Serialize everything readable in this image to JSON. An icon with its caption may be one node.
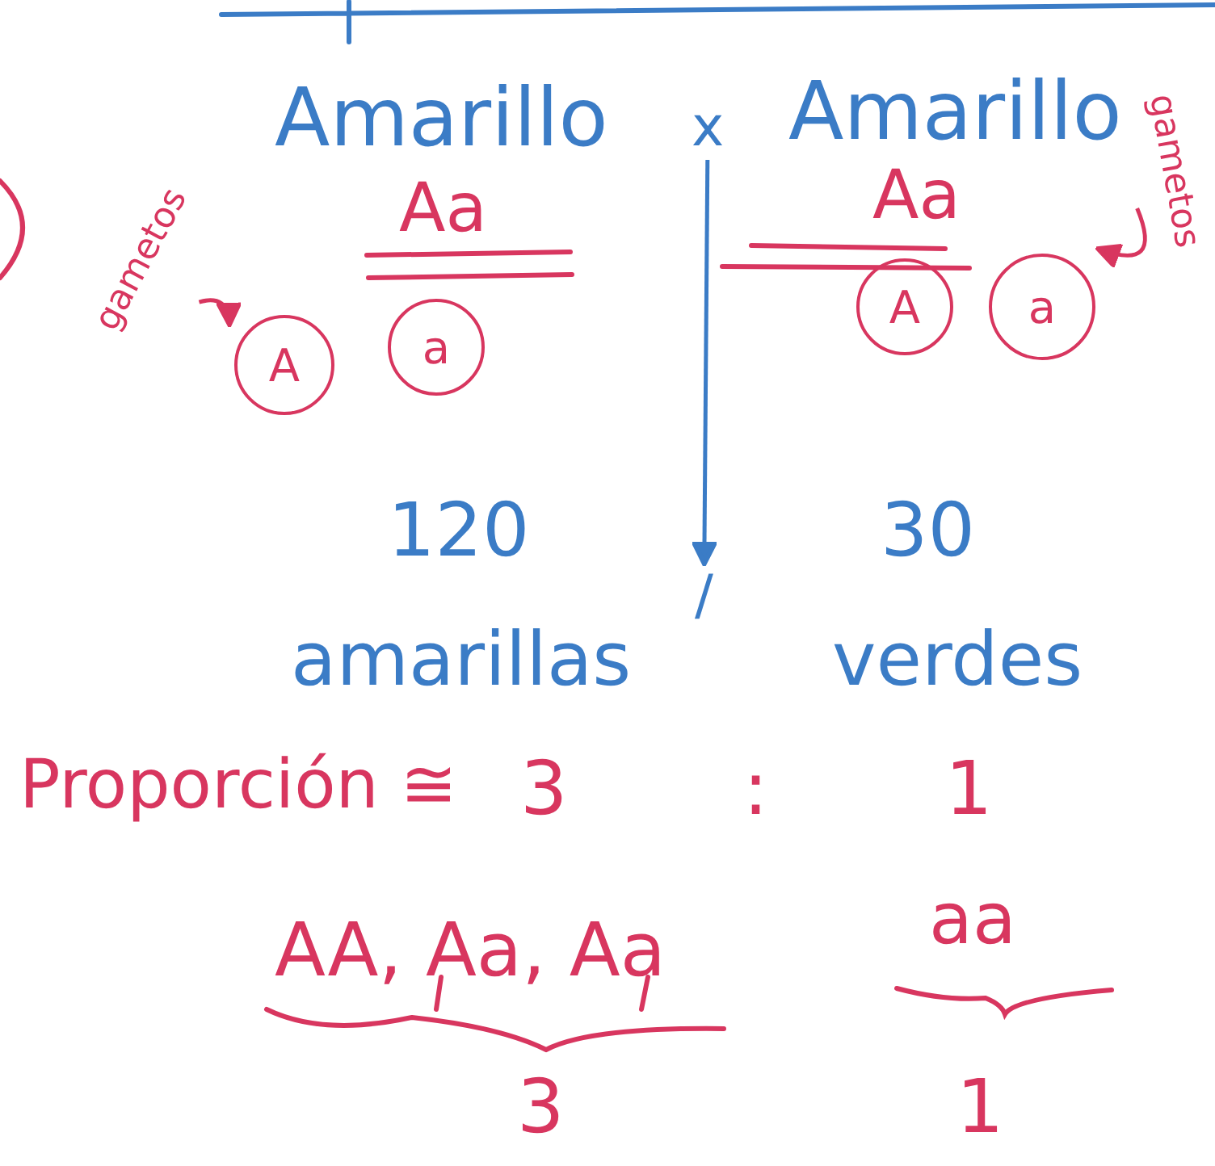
{
  "diagram": {
    "nodes": [
      {
        "text": [
          "Amarillo"
        ]
      },
      {
        "text": [
          "x"
        ]
      },
      {
        "text": [
          "Amarillo"
        ]
      },
      {
        "text": [
          "gametos"
        ]
      },
      {
        "text": [
          "Aa"
        ]
      },
      {
        "text": [
          "Aa"
        ]
      },
      {
        "text": [
          "gametos"
        ]
      },
      {
        "text": [
          "A"
        ]
      },
      {
        "text": [
          "a"
        ]
      },
      {
        "text": [
          "A"
        ]
      },
      {
        "text": [
          "a"
        ]
      },
      {
        "text": [
          "/"
        ]
      }
    ],
    "edges": [
      {
        "from": 1,
        "to": 11,
        "arrow": "to",
        "color": "#3b7cc6"
      },
      {
        "from": 3,
        "to": 7,
        "arrow": "to"
      },
      {
        "from": 6,
        "to": 10,
        "arrow": "to"
      }
    ],
    "labels": [
      "120",
      "30",
      "amarillas",
      "verdes",
      "Proporción ≅",
      "3",
      ":",
      "1",
      "AA, Aa, Aa",
      "aa",
      "3",
      "1"
    ]
  }
}
